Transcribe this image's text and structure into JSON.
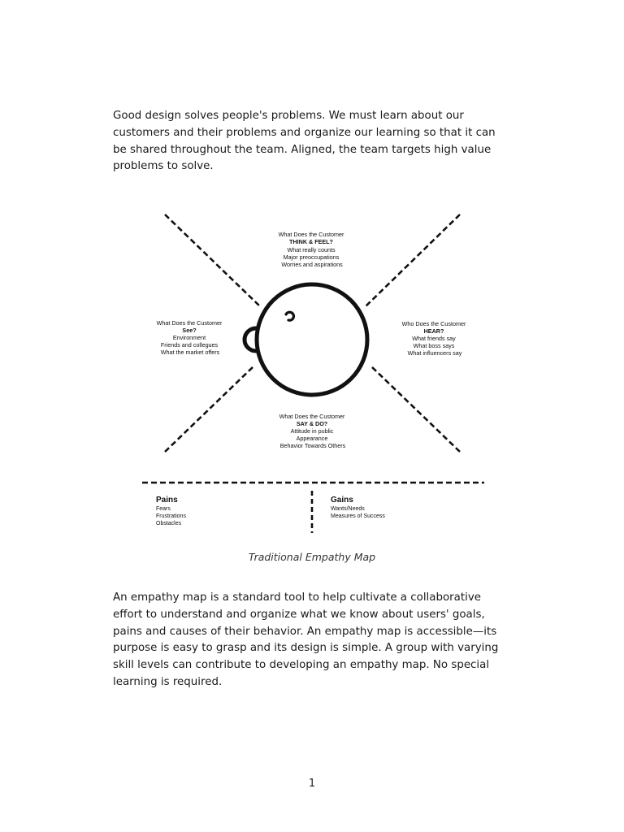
{
  "intro_paragraph": "Good design solves people's problems. We must learn about our customers and their problems and organize our learning so that it can be shared throughout the team. Aligned, the team targets high value problems to solve.",
  "figure": {
    "think_feel": {
      "lines": [
        "What Does the Customer",
        "THINK & FEEL?",
        "What really counts",
        "Major preoccupations",
        "Worries and aspirations"
      ]
    },
    "see": {
      "lines": [
        "What Does the Customer",
        "See?",
        "Environment",
        "Friends and collegues",
        "What the market offers"
      ]
    },
    "hear": {
      "lines": [
        "Who Does the Customer",
        "HEAR?",
        "What friends say",
        "What boss says",
        "What influencers say"
      ]
    },
    "say_do": {
      "lines": [
        "What Does the Customer",
        "SAY & DO?",
        "Attitude in public",
        "Appearance",
        "Behavior Towards Others"
      ]
    },
    "pains": {
      "title": "Pains",
      "items": [
        "Fears",
        "Frustrations",
        "Obstacles"
      ]
    },
    "gains": {
      "title": "Gains",
      "items": [
        "Wants/Needs",
        "Measures of Success"
      ]
    },
    "caption": "Traditional Empathy Map"
  },
  "body_paragraph": "An empathy map is a standard tool to help cultivate a collaborative effort to understand and organize what we know about users' goals, pains and causes of their behavior. An empathy map is accessible—its purpose is easy to grasp and its design is simple. A group with varying skill levels can contribute to developing an empathy map. No special learning is required.",
  "page_number": "1"
}
